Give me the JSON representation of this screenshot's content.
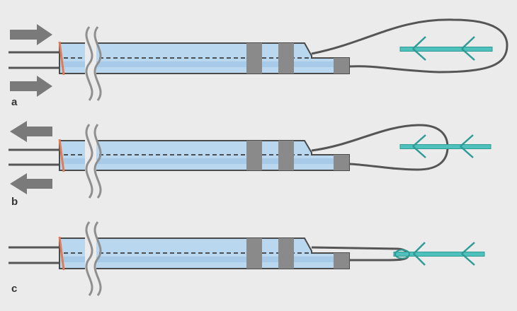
{
  "figure": {
    "background": "#ebebeb",
    "colors": {
      "tube_fill": "#b9d7ef",
      "tube_inner": "#a8cae9",
      "tube_outline": "#4a4a4a",
      "marker_band": "#8a8a8a",
      "suture": "#555555",
      "barbed_suture": "#4fc1bc",
      "end_cap": "#e07b55",
      "arrow": "#7a7a7a",
      "break_mark": "#8f8f8f"
    },
    "icons": {
      "push_arrow": "arrow-right-icon",
      "pull_arrow": "arrow-left-icon",
      "barbed_suture": "barbed-suture-icon"
    },
    "panels": [
      {
        "label": "a",
        "step": "loop-open",
        "arrow_direction": "right"
      },
      {
        "label": "b",
        "step": "loop-tightening",
        "arrow_direction": "left"
      },
      {
        "label": "c",
        "step": "loop-closed",
        "arrow_direction": "none"
      }
    ]
  }
}
